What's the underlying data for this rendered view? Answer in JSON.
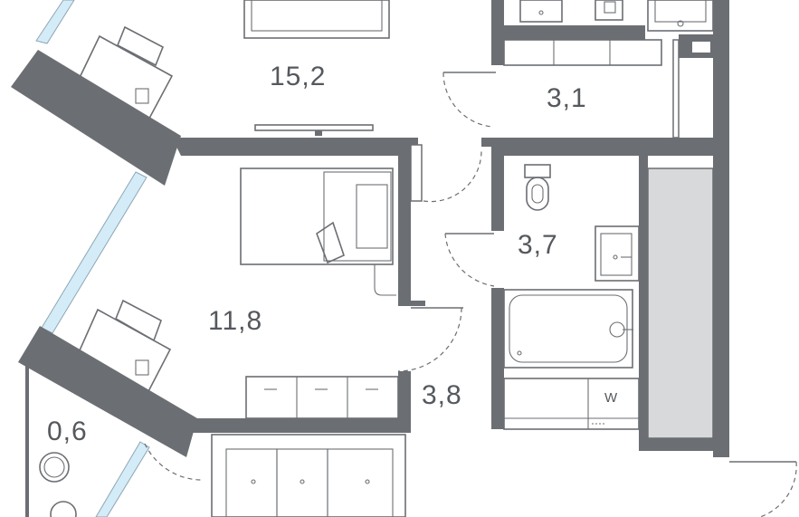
{
  "rooms": [
    {
      "id": "room-top-left",
      "area": "15,2"
    },
    {
      "id": "hall-top",
      "area": "3,1"
    },
    {
      "id": "bedroom",
      "area": "11,8"
    },
    {
      "id": "bathroom",
      "area": "3,7"
    },
    {
      "id": "corridor",
      "area": "3,8"
    },
    {
      "id": "balcony",
      "area": "0,6"
    }
  ],
  "appliances": {
    "washing_machine_label": "W"
  },
  "colors": {
    "wall": "#6b6e73",
    "glass": "#d4ecf7",
    "shaft": "#d7d9da",
    "text": "#55585d"
  }
}
